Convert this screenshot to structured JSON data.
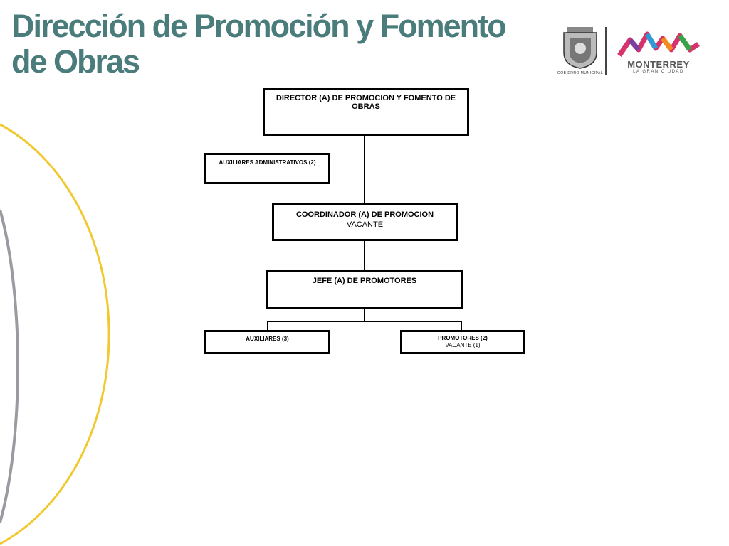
{
  "header": {
    "title": "Dirección de Promoción y Fomento de Obras"
  },
  "logos": {
    "municipal_label": "GOBIERNO MUNICIPAL",
    "city_name": "MONTERREY",
    "city_tagline": "LA GRAN CIUDAD"
  },
  "colors": {
    "title": "#4a7c7b",
    "arc_yellow": "#f2c82f",
    "arc_gray": "#9a9aa0"
  },
  "org_chart": {
    "director": {
      "title": "DIRECTOR (A) DE PROMOCION Y FOMENTO DE OBRAS"
    },
    "admin_assistants": {
      "title": "AUXILIARES ADMINISTRATIVOS (2)"
    },
    "coordinator": {
      "title": "COORDINADOR (A) DE PROMOCION",
      "status": "VACANTE"
    },
    "promoters_head": {
      "title": "JEFE (A) DE PROMOTORES"
    },
    "assistants": {
      "title": "AUXILIARES (3)"
    },
    "promoters": {
      "title": "PROMOTORES (2)",
      "status": "VACANTE (1)"
    }
  }
}
